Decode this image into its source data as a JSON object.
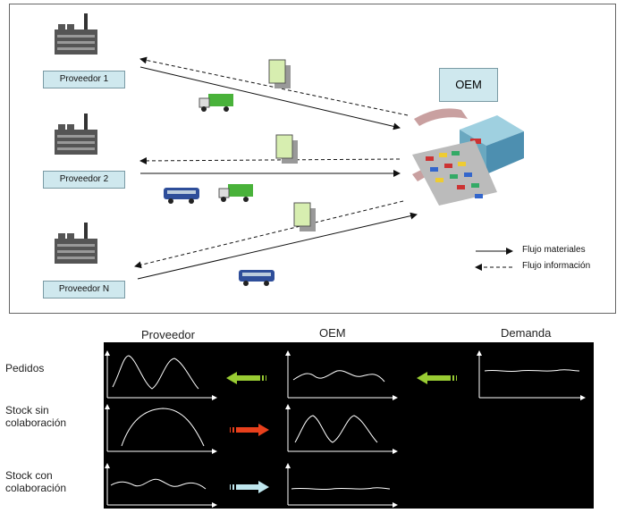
{
  "suppliers": [
    "Proveedor 1",
    "Proveedor 2",
    "Proveedor N"
  ],
  "oem_label": "OEM",
  "legend": {
    "materials": "Flujo materiales",
    "information": "Flujo información"
  },
  "columns": [
    "Proveedor",
    "OEM",
    "Demanda"
  ],
  "rows": [
    "Pedidos",
    "Stock sin colaboración",
    "Stock con colaboración"
  ],
  "colors": {
    "order_arrow": "#99cc33",
    "stock_no_collab_arrow": "#e8401c",
    "stock_collab_arrow": "#bfe6ee"
  }
}
